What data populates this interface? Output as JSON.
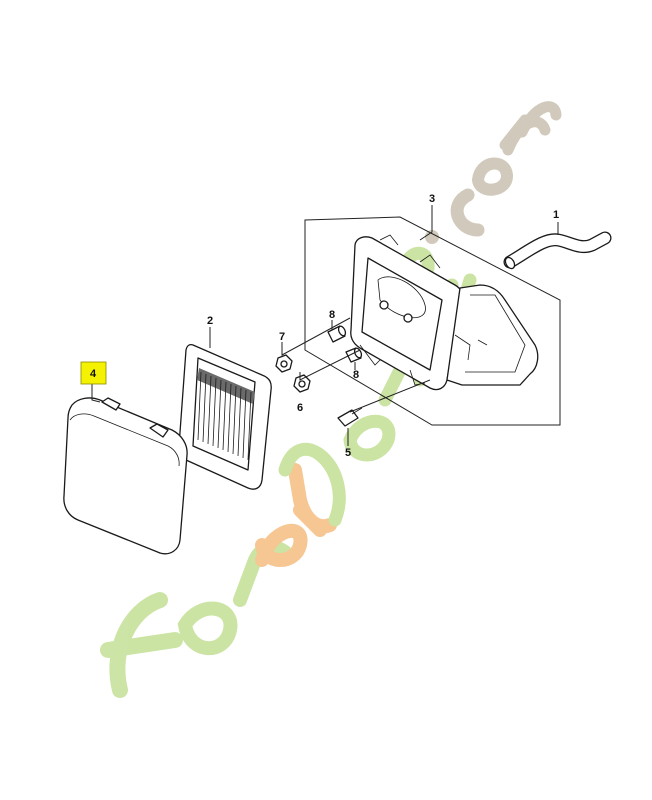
{
  "diagram": {
    "callouts": [
      {
        "id": "1",
        "label": "1",
        "highlighted": false
      },
      {
        "id": "2",
        "label": "2",
        "highlighted": false
      },
      {
        "id": "3",
        "label": "3",
        "highlighted": false
      },
      {
        "id": "4",
        "label": "4",
        "highlighted": true
      },
      {
        "id": "5",
        "label": "5",
        "highlighted": false
      },
      {
        "id": "6",
        "label": "6",
        "highlighted": false
      },
      {
        "id": "7",
        "label": "7",
        "highlighted": false
      },
      {
        "id": "8a",
        "label": "8",
        "highlighted": false
      },
      {
        "id": "8b",
        "label": "8",
        "highlighted": false
      }
    ],
    "highlight_color": "#f4f200",
    "watermark": {
      "text_green": "foret",
      "text_orange": "jar",
      "text_gray": "din.com",
      "color_green": "#c9e3a0",
      "color_orange": "#f6c38e",
      "color_gray": "#cfc7b8"
    }
  }
}
